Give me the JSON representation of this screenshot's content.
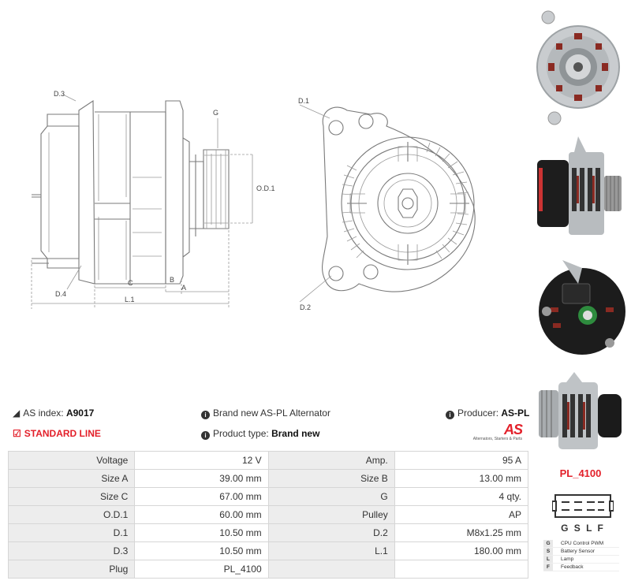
{
  "drawing": {
    "labels": {
      "d3": "D.3",
      "g": "G",
      "od1": "O.D.1",
      "d4": "D.4",
      "c": "C",
      "b": "B",
      "a": "A",
      "l1": "L.1",
      "d1": "D.1",
      "d2": "D.2"
    }
  },
  "info": {
    "as_index_label": "AS index:",
    "as_index_value": "A9017",
    "standard_line": "STANDARD LINE",
    "brand_text": "Brand new AS-PL Alternator",
    "product_type_label": "Product type:",
    "product_type_value": "Brand new",
    "producer_label": "Producer:",
    "producer_value": "AS-PL",
    "logo_text": "AS",
    "logo_tagline": "Alternators, Starters & Parts"
  },
  "specs": [
    {
      "l1": "Voltage",
      "v1": "12 V",
      "l2": "Amp.",
      "v2": "95 A"
    },
    {
      "l1": "Size A",
      "v1": "39.00 mm",
      "l2": "Size B",
      "v2": "13.00 mm"
    },
    {
      "l1": "Size C",
      "v1": "67.00 mm",
      "l2": "G",
      "v2": "4 qty."
    },
    {
      "l1": "O.D.1",
      "v1": "60.00 mm",
      "l2": "Pulley",
      "v2": "AP"
    },
    {
      "l1": "D.1",
      "v1": "10.50 mm",
      "l2": "D.2",
      "v2": "M8x1.25 mm"
    },
    {
      "l1": "D.3",
      "v1": "10.50 mm",
      "l2": "L.1",
      "v2": "180.00 mm"
    },
    {
      "l1": "Plug",
      "v1": "PL_4100",
      "l2": "",
      "v2": ""
    }
  ],
  "plug": {
    "title": "PL_4100",
    "pins": "G S L F",
    "legend": [
      {
        "key": "G",
        "desc": "CPU Control PWM"
      },
      {
        "key": "S",
        "desc": "Battery Sensor"
      },
      {
        "key": "L",
        "desc": "Lamp"
      },
      {
        "key": "F",
        "desc": "Feedback"
      }
    ]
  },
  "colors": {
    "accent": "#e3202a",
    "table_label_bg": "#ededed",
    "border": "#d6d6d6"
  }
}
